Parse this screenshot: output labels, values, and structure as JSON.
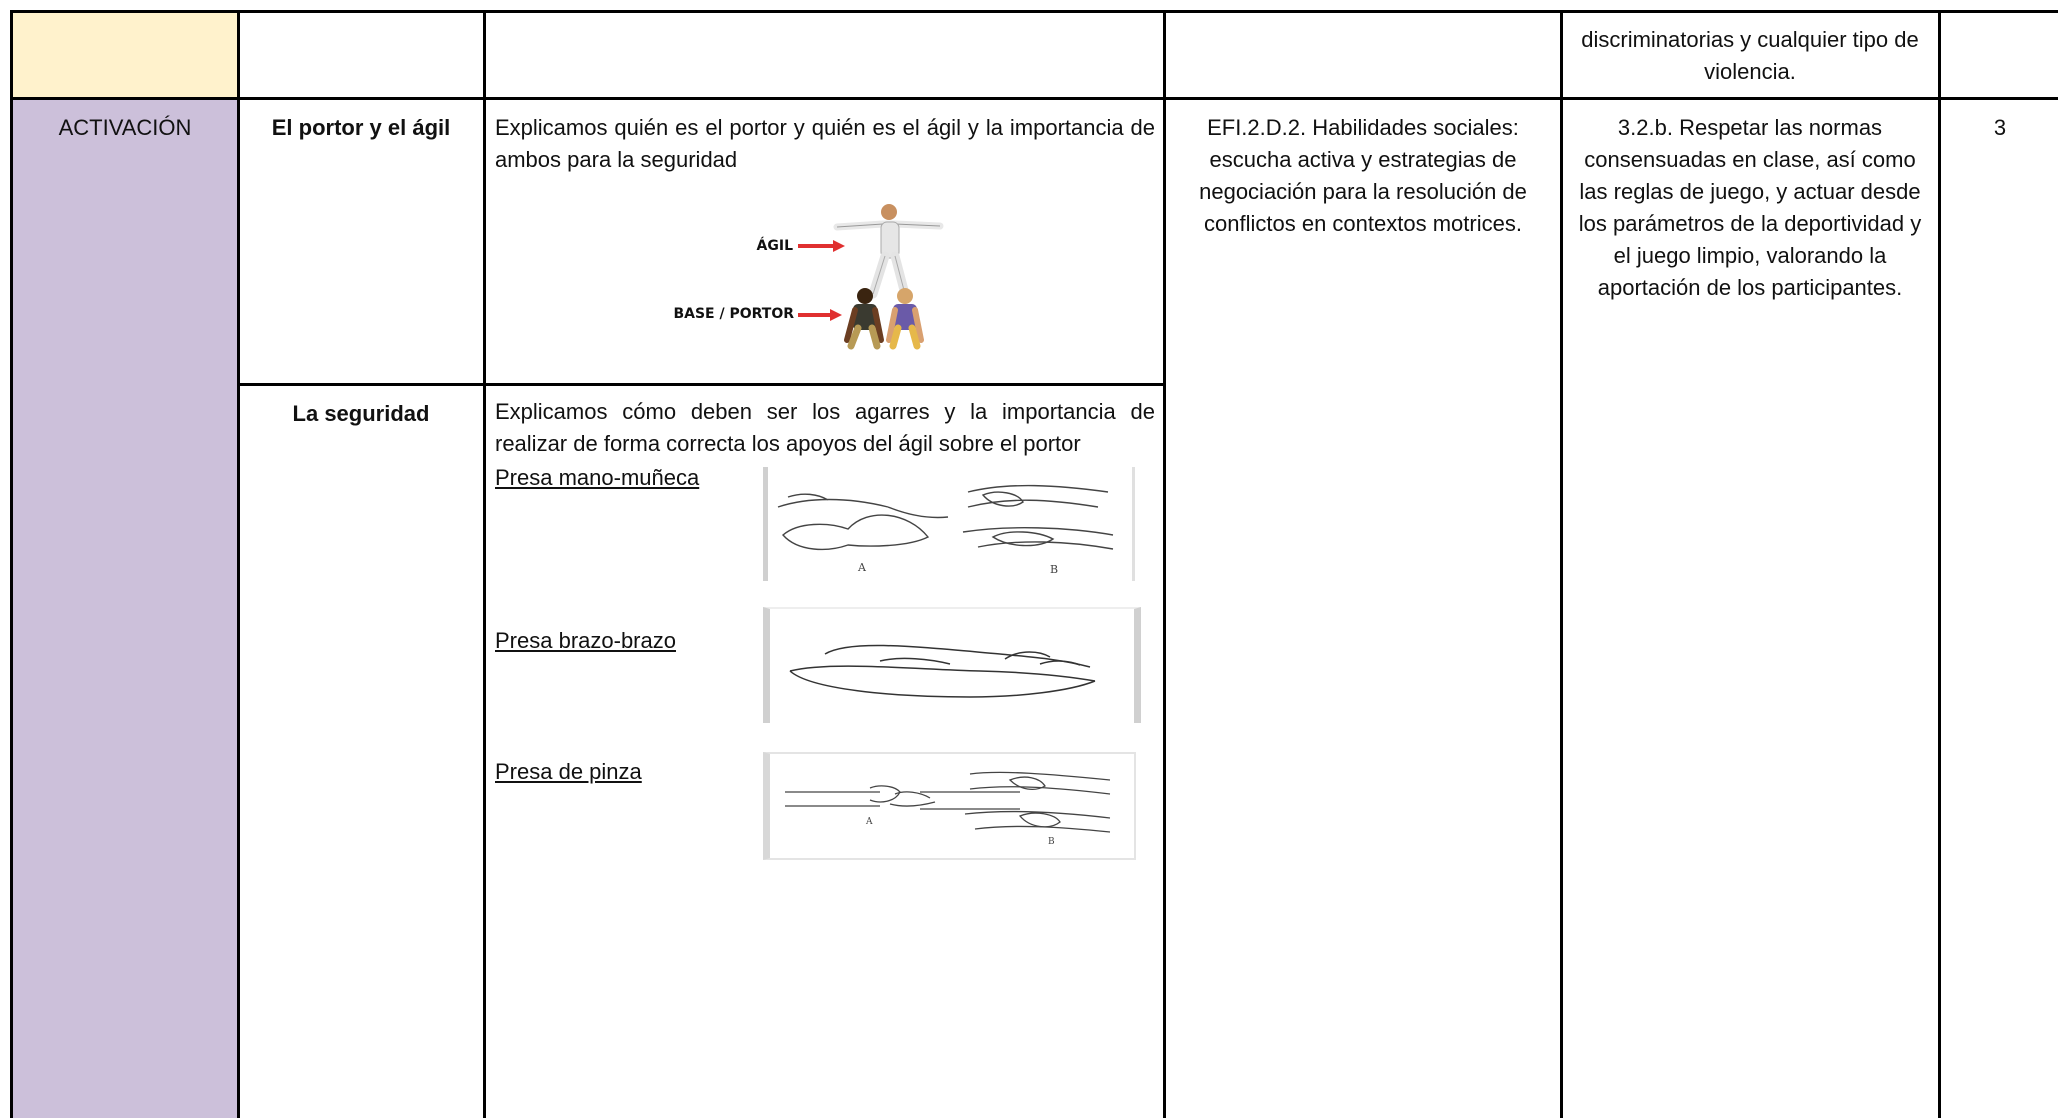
{
  "row_top": {
    "col5_text": "discriminatorias y cualquier tipo de violencia."
  },
  "row_activacion": {
    "phase_label": "ACTIVACIÓN",
    "activity1": {
      "title": "El portor y el ágil",
      "description": "Explicamos quién es el portor y quién es el ágil y la importancia de ambos para la seguridad",
      "figure": {
        "label_agil": "ÁGIL",
        "label_base": "BASE / PORTOR"
      }
    },
    "activity2": {
      "title": "La seguridad",
      "description": "Explicamos cómo deben ser los agarres y la importancia de realizar de forma correcta los apoyos del ágil sobre el portor",
      "grips": [
        {
          "label": "Presa mano-muñeca",
          "fig_labels": [
            "A",
            "B"
          ]
        },
        {
          "label": "Presa brazo-brazo"
        },
        {
          "label": "Presa de pinza",
          "fig_labels": [
            "A",
            "B"
          ]
        }
      ]
    },
    "saber_basico": "EFI.2.D.2. Habilidades sociales: escucha activa y estrategias de negociación para la resolución de conflictos en contextos motrices.",
    "criterio": "3.2.b. Respetar las normas consensuadas en clase, así como las reglas de juego, y actuar desde los parámetros de la deportividad y el juego limpio, valorando la aportación de los participantes.",
    "count": "3"
  },
  "colors": {
    "phase_top": "#fff2cc",
    "phase_column": "#ccc0da",
    "border": "#000000",
    "arrow": "#e03030"
  }
}
